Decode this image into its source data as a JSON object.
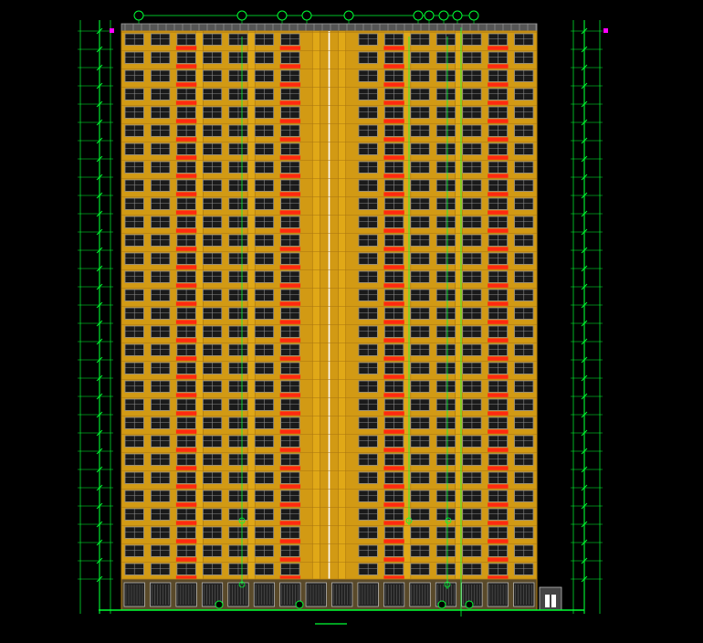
{
  "drawing": {
    "kind": "cad-elevation",
    "background": "#000000",
    "colors": {
      "facade": "#d29a14",
      "pier": "#e0a817",
      "window_frame": "#8c8c8c",
      "window_glass": "#1a1a1a",
      "balcony": "#ff2a10",
      "dimension": "#00ff33",
      "axis_bubble": "#00ff33",
      "ground": "#00ff33",
      "text": "#e8e8e8",
      "marker": "#ff00ff",
      "roof": "#a0a0a0"
    },
    "floors": 30,
    "bays": 16,
    "icons": [
      "axis-bubble-icon",
      "elevation-marker-icon",
      "level-tick-icon"
    ]
  }
}
